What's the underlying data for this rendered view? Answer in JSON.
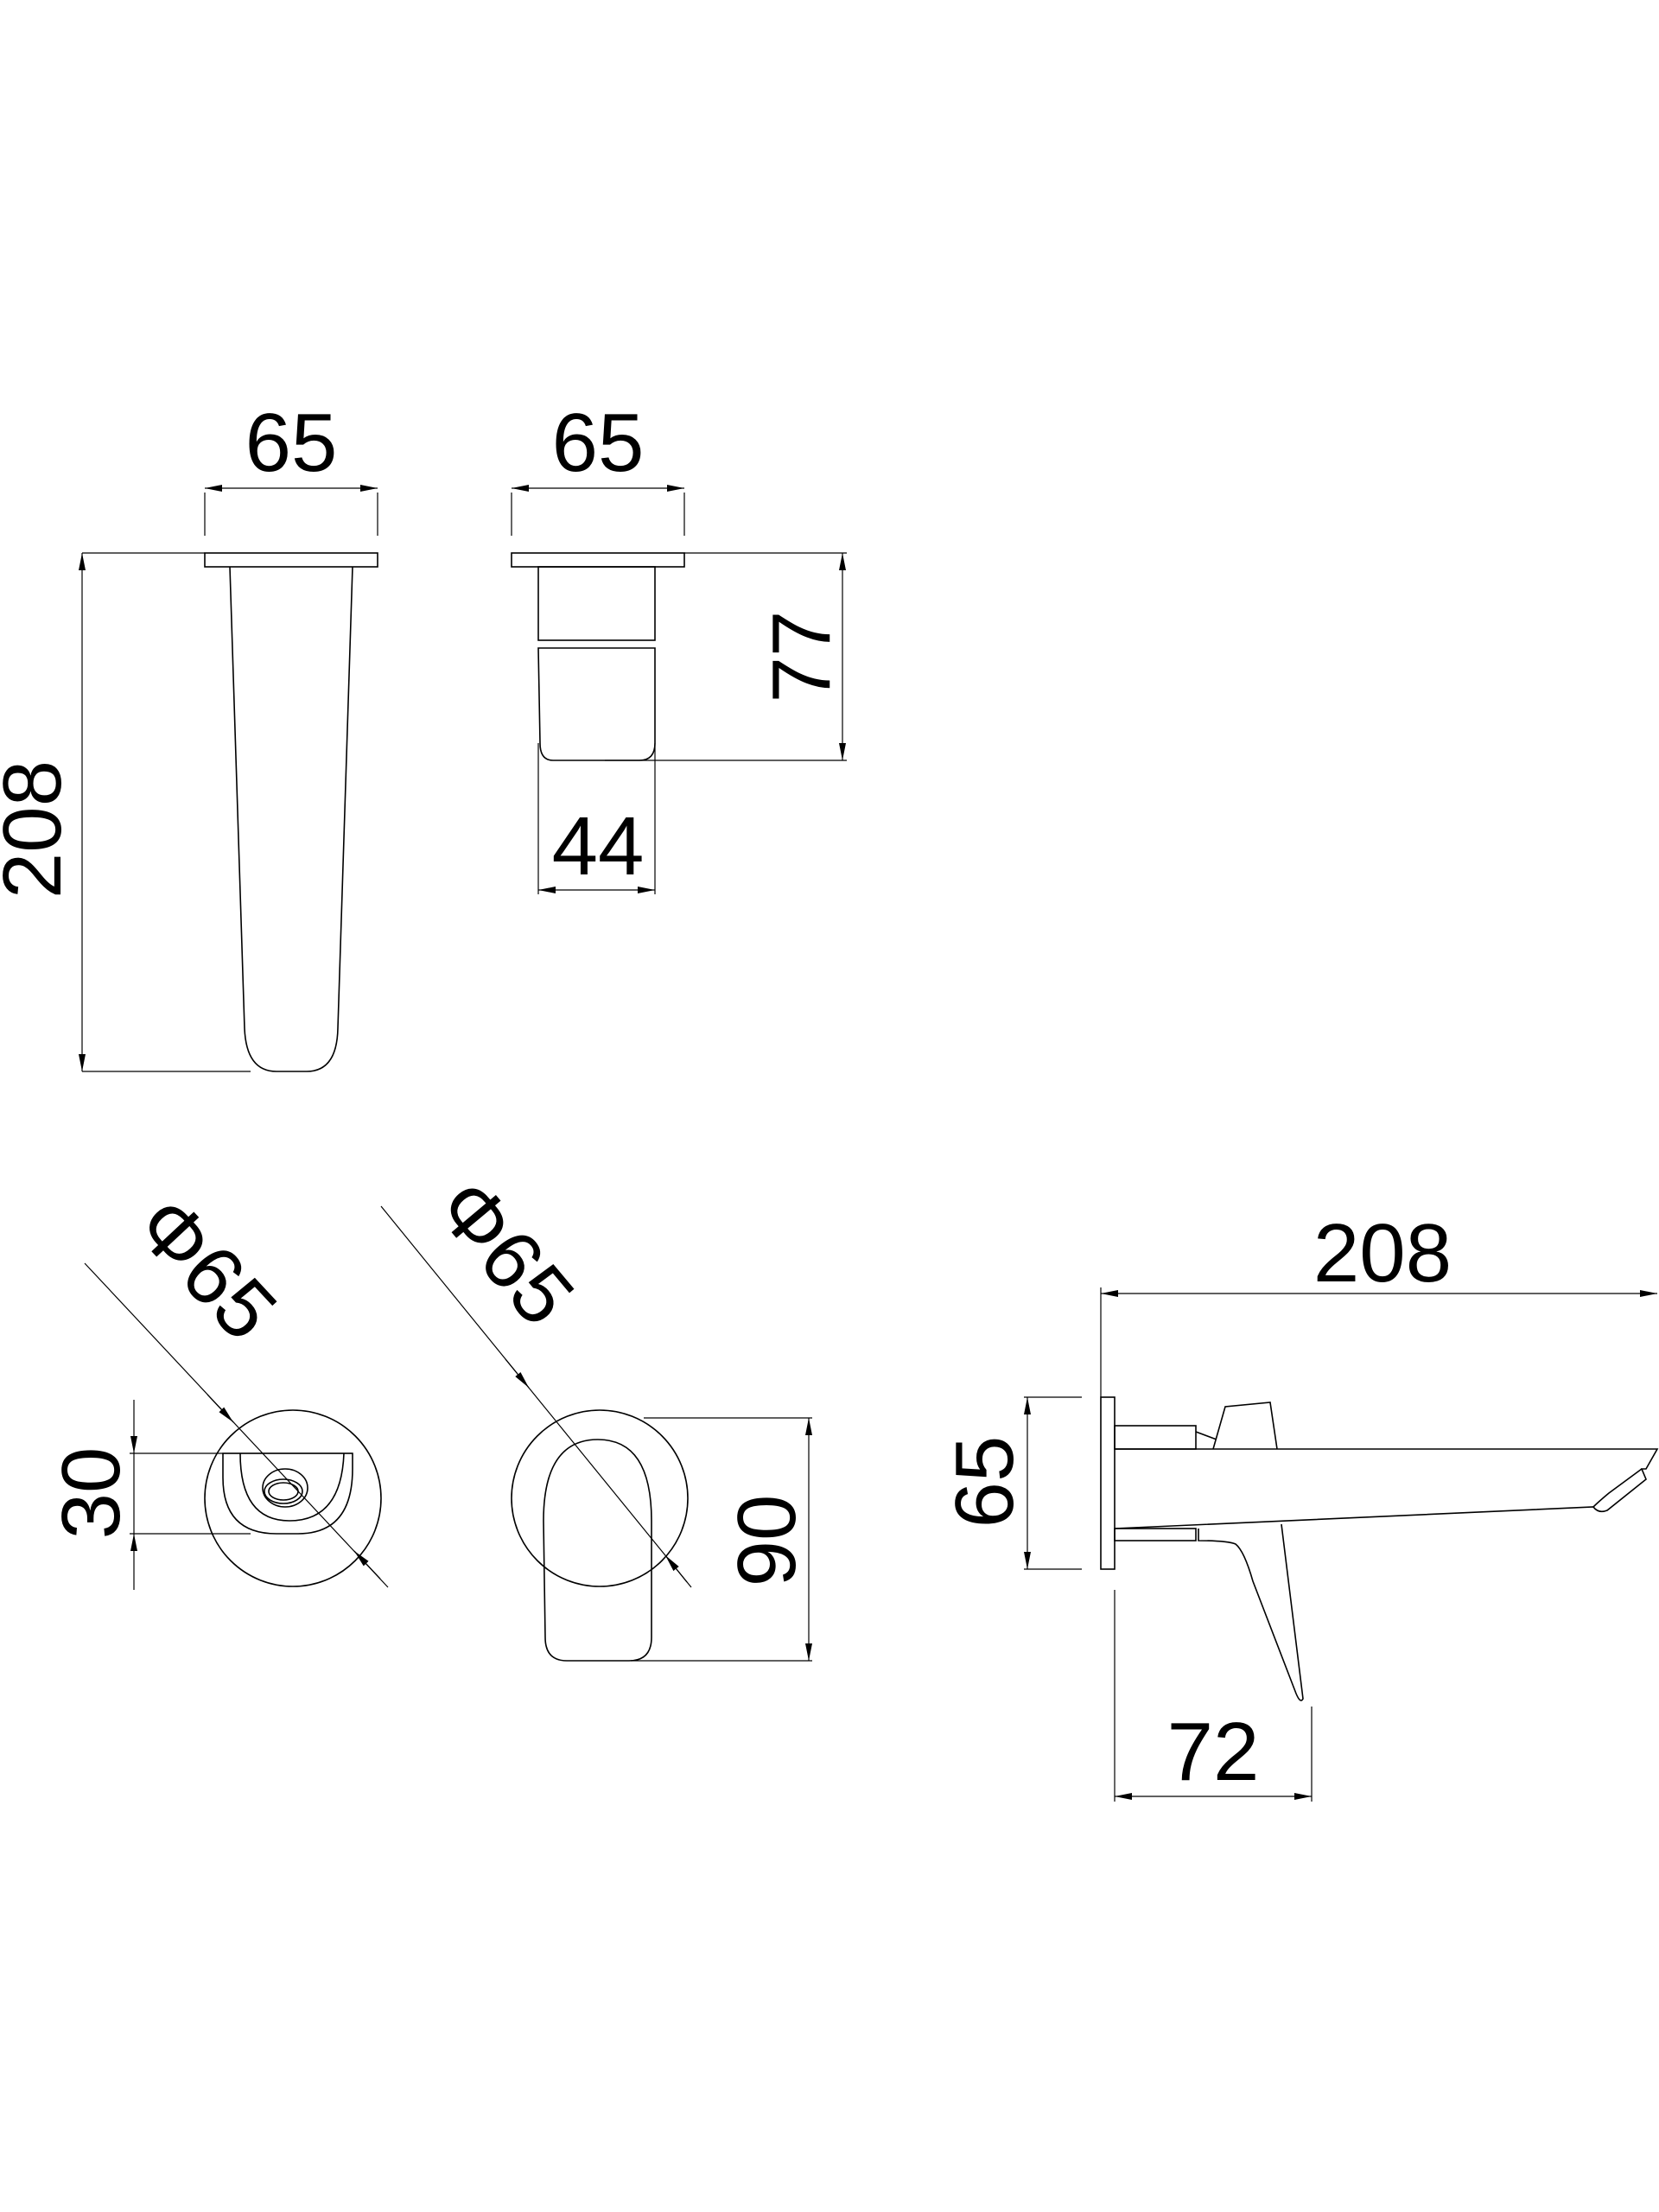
{
  "drawing": {
    "line_color": "#000000",
    "background": "#ffffff",
    "top_view_spout": {
      "width": "65",
      "length": "208"
    },
    "top_view_mixer": {
      "width": "65",
      "depth": "77",
      "handle_width": "44"
    },
    "front_view_spout": {
      "plate_diameter": "Φ65",
      "outlet_height": "30"
    },
    "front_view_mixer": {
      "plate_diameter": "Φ65",
      "handle_height": "90"
    },
    "side_view": {
      "reach": "208",
      "plate_height": "65",
      "handle_projection": "72"
    }
  }
}
